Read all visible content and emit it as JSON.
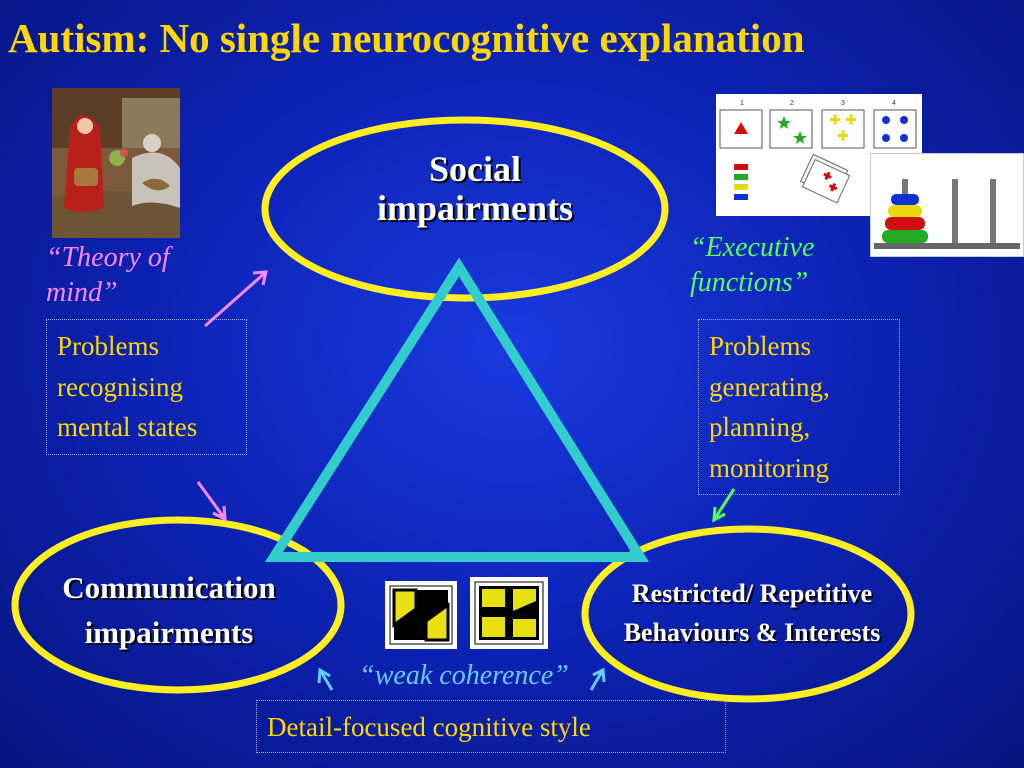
{
  "title": "Autism: No single neurocognitive explanation",
  "nodes": {
    "social": "Social impairments",
    "communication": "Communication impairments",
    "restricted": "Restricted/ Repetitive Behaviours & Interests"
  },
  "theory_of_mind": {
    "label": "“Theory of mind”",
    "description": "Problems recognising mental states"
  },
  "executive_functions": {
    "label": "“Executive functions”",
    "description": "Problems generating, planning, monitoring"
  },
  "weak_coherence": {
    "label": "“weak coherence”",
    "description": "Detail-focused cognitive style"
  },
  "card_task": {
    "numbers": [
      "1",
      "2",
      "3",
      "4"
    ]
  },
  "colors": {
    "title": "#ffd700",
    "ellipse_border": "#ffee22",
    "triangle": "#33cccc",
    "theory_of_mind": "#ff88ff",
    "executive_functions": "#55ff55",
    "box_text": "#ffd700"
  }
}
